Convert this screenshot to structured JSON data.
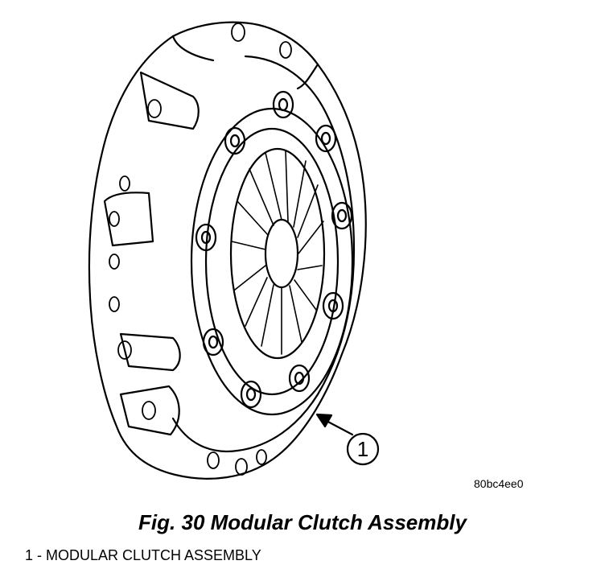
{
  "illustration": {
    "subject": "modular clutch assembly line drawing",
    "callouts": [
      {
        "number": "1"
      }
    ],
    "image_code": "80bc4ee0"
  },
  "caption": "Fig. 30 Modular Clutch Assembly",
  "legend": [
    {
      "text": "1 - MODULAR CLUTCH ASSEMBLY"
    }
  ]
}
